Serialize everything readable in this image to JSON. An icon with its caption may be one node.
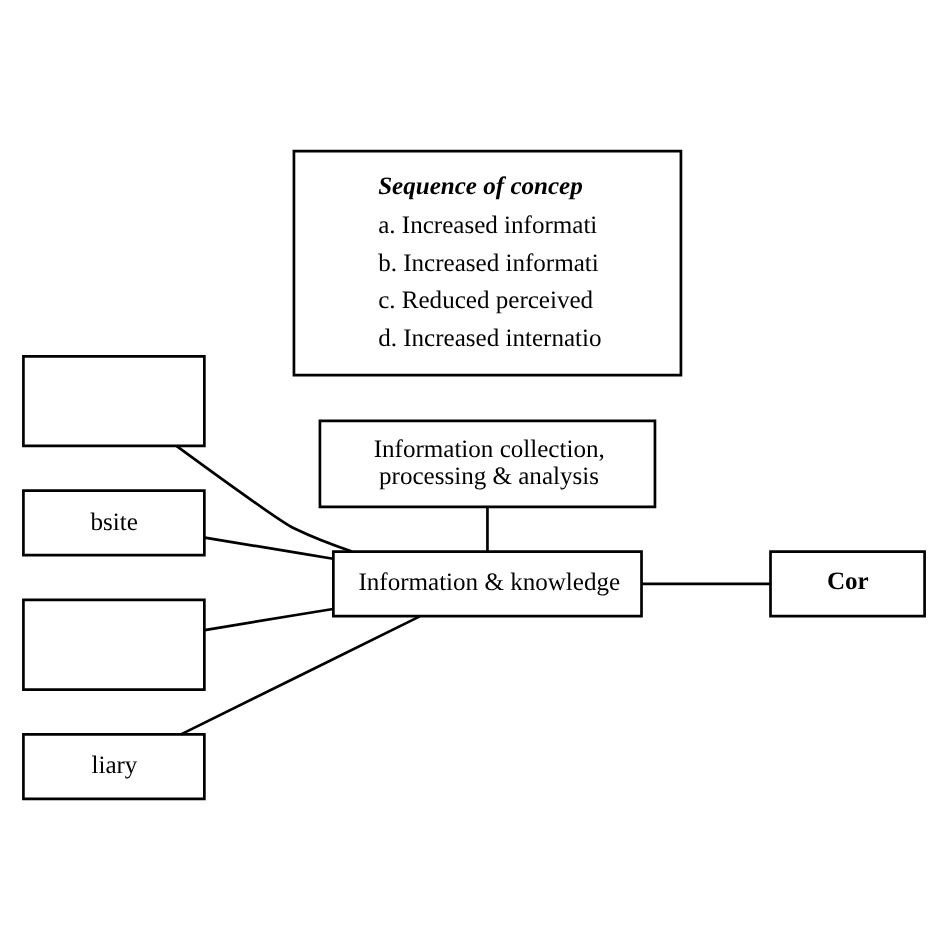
{
  "diagram": {
    "nodes": [
      {
        "text": [],
        "shape": "box"
      },
      {
        "text": [
          "Information collection, processing & analysis"
        ]
      },
      {
        "text": [
          "bsite"
        ]
      },
      {
        "text": [
          "Information & knowledge"
        ]
      },
      {
        "text": [
          "Cor"
        ]
      },
      {
        "text": [],
        "shape": "box"
      },
      {
        "text": [
          "liary"
        ]
      },
      {
        "text": [
          "Sequence of concep",
          "a. Increased informati",
          "b. Increased informati",
          "c. Reduced perceived",
          "d. Increased internatio"
        ]
      }
    ],
    "edges": [
      {
        "from": 0,
        "to": 3,
        "arrow": "none"
      },
      {
        "from": 2,
        "to": 3,
        "arrow": "none"
      },
      {
        "from": 5,
        "to": 3,
        "arrow": "none"
      },
      {
        "from": 6,
        "to": 3,
        "arrow": "none"
      },
      {
        "from": 1,
        "to": 3,
        "arrow": "none"
      },
      {
        "from": 3,
        "to": 4,
        "arrow": "none"
      }
    ]
  }
}
